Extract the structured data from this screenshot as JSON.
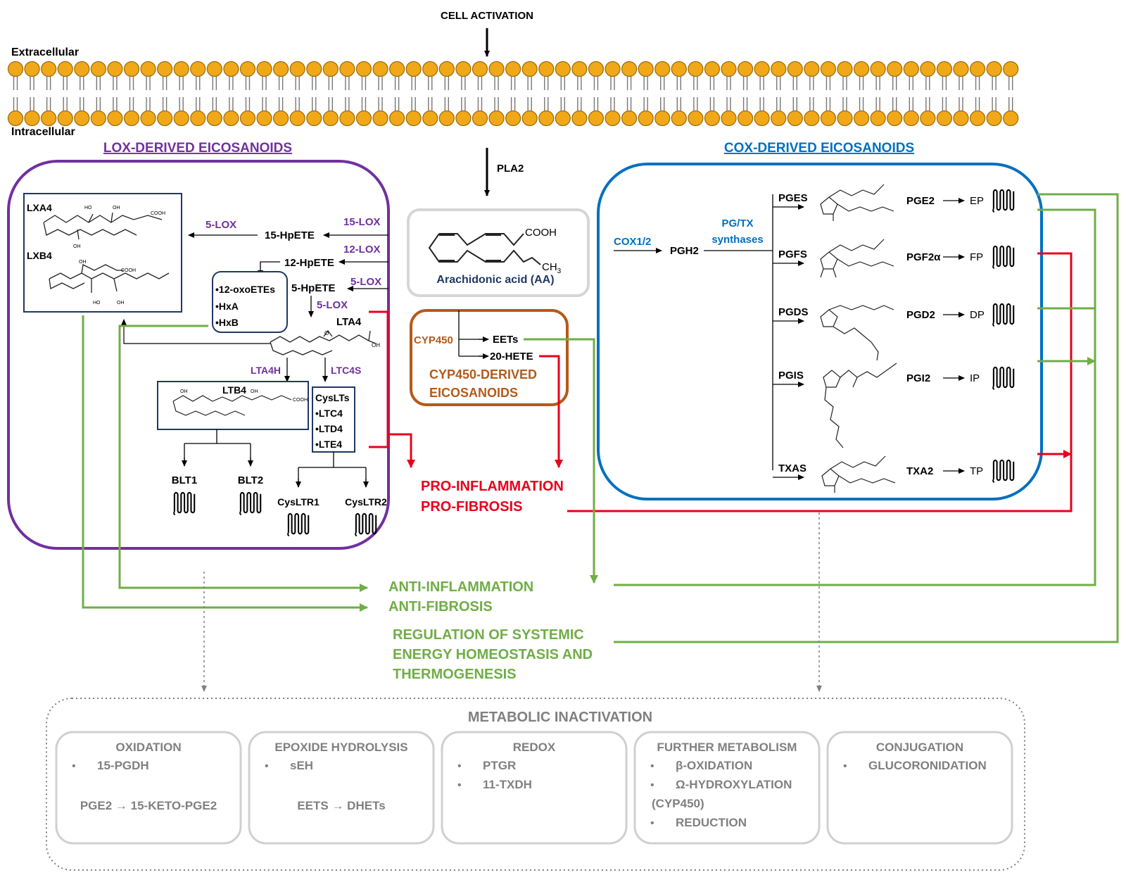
{
  "top": {
    "cell_activation": "CELL ACTIVATION",
    "extracellular": "Extracellular",
    "intracellular": "Intracellular",
    "pla2": "PLA2"
  },
  "colors": {
    "lox": "#7030a0",
    "cox": "#0070c0",
    "cyp": "#b35a1b",
    "pro": "#e8001c",
    "anti": "#70ad47",
    "grey": "#808080",
    "navy": "#1f3864",
    "head": "#f0a818"
  },
  "lox": {
    "title": "LOX-DERIVED EICOSANOIDS",
    "lxa4": "LXA4",
    "lxb4": "LXB4",
    "enz_5lox_a": "5-LOX",
    "enz_15lox": "15-LOX",
    "enz_12lox": "12-LOX",
    "enz_5lox_b": "5-LOX",
    "enz_5lox_c": "5-LOX",
    "hpete15": "15-HpETE",
    "hpete12": "12-HpETE",
    "hpete5": "5-HpETE",
    "oxo": [
      "•12-oxoETEs",
      "•HxA",
      "•HxB"
    ],
    "lta4": "LTA4",
    "lta4h": "LTA4H",
    "ltc4s": "LTC4S",
    "ltb4": "LTB4",
    "cyslts": [
      "CysLTs",
      "•LTC4",
      "•LTD4",
      "•LTE4"
    ],
    "blt1": "BLT1",
    "blt2": "BLT2",
    "cysltr1": "CysLTR1",
    "cysltr2": "CysLTR2"
  },
  "aa": {
    "cooh": "COOH",
    "ch3": "CH",
    "ch3_sub": "3",
    "label": "Arachidonic acid (AA)"
  },
  "cyp": {
    "enzyme": "CYP450",
    "eets": "EETs",
    "hete": "20-HETE",
    "title_1": "CYP450-DERIVED",
    "title_2": "EICOSANOIDS"
  },
  "cox": {
    "title": "COX-DERIVED EICOSANOIDS",
    "cox12": "COX1/2",
    "pgh2": "PGH2",
    "pgtx_1": "PG/TX",
    "pgtx_2": "synthases",
    "rows": [
      {
        "synthase": "PGES",
        "product": "PGE2",
        "receptor": "EP"
      },
      {
        "synthase": "PGFS",
        "product": "PGF2α",
        "receptor": "FP"
      },
      {
        "synthase": "PGDS",
        "product": "PGD2",
        "receptor": "DP"
      },
      {
        "synthase": "PGIS",
        "product": "PGI2",
        "receptor": "IP"
      },
      {
        "synthase": "TXAS",
        "product": "TXA2",
        "receptor": "TP"
      }
    ]
  },
  "outcomes": {
    "pro_1": "PRO-INFLAMMATION",
    "pro_2": "PRO-FIBROSIS",
    "anti_1": "ANTI-INFLAMMATION",
    "anti_2": "ANTI-FIBROSIS",
    "reg_1": "REGULATION OF SYSTEMIC",
    "reg_2": "ENERGY HOMEOSTASIS AND",
    "reg_3": "THERMOGENESIS"
  },
  "inactivation": {
    "title": "METABOLIC INACTIVATION",
    "boxes": [
      {
        "title": "OXIDATION",
        "items": [
          "15-PGDH"
        ],
        "note": "PGE2 → 15-KETO-PGE2"
      },
      {
        "title": "EPOXIDE HYDROLYSIS",
        "items": [
          "sEH"
        ],
        "note": "EETS → DHETs"
      },
      {
        "title": "REDOX",
        "items": [
          "PTGR",
          "11-TXDH"
        ],
        "note": ""
      },
      {
        "title": "FURTHER METABOLISM",
        "items": [
          "β-OXIDATION",
          "Ω-HYDROXYLATION",
          "(CYP450)",
          "REDUCTION"
        ],
        "note": ""
      },
      {
        "title": "CONJUGATION",
        "items": [
          "GLUCORONIDATION"
        ],
        "note": ""
      }
    ]
  }
}
